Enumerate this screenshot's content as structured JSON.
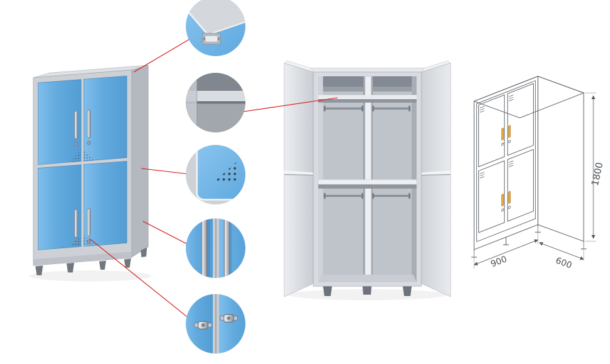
{
  "figure": {
    "subject": "four-door steel locker wardrobe",
    "views": [
      "closed-render",
      "detail-callouts",
      "open-render",
      "dimension-drawing"
    ]
  },
  "colors": {
    "door_blue": "#62AADE",
    "frame_gray": "#CDD1D6",
    "interior_gray": "#BFC4CA",
    "callout_line_red": "#D42020",
    "drawing_ink": "#565B61",
    "drawing_handle_orange": "#E7A83F",
    "metal_silver": "#C6CBD1"
  },
  "dimensions": {
    "height_label": "1800",
    "width_label": "900",
    "depth_label": "600"
  },
  "callouts": [
    {
      "name": "top-corner-label-holder"
    },
    {
      "name": "interior-shelf"
    },
    {
      "name": "ventilation-holes"
    },
    {
      "name": "door-handles"
    },
    {
      "name": "door-locks"
    }
  ]
}
